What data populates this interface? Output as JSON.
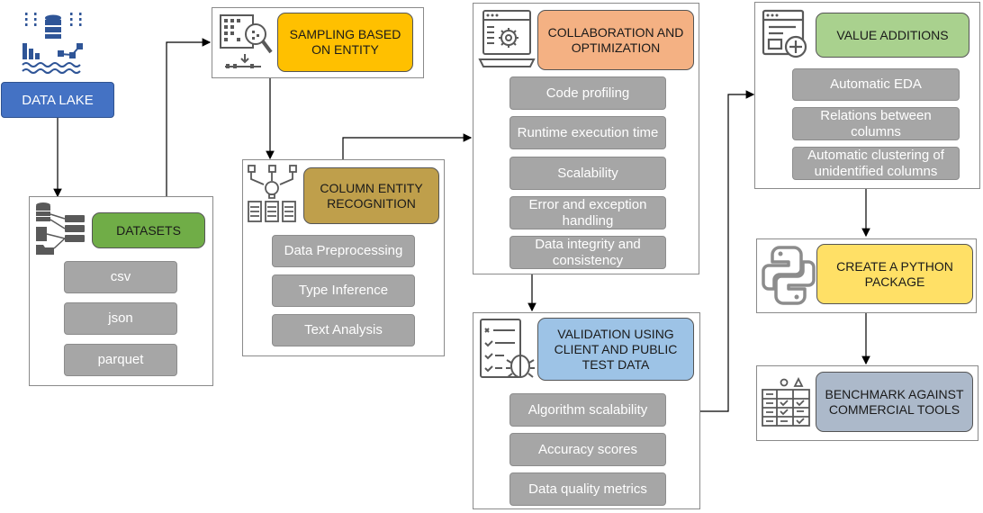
{
  "data_lake": {
    "label": "DATA LAKE",
    "color": "#4472c4"
  },
  "datasets": {
    "label": "DATASETS",
    "color": "#70ad47",
    "items": [
      "csv",
      "json",
      "parquet"
    ]
  },
  "sampling": {
    "label": "SAMPLING BASED ON ENTITY",
    "color": "#ffc000"
  },
  "column_entity": {
    "label": "COLUMN ENTITY RECOGNITION",
    "color": "#bf9f4b",
    "items": [
      "Data Preprocessing",
      "Type Inference",
      "Text Analysis"
    ]
  },
  "collaboration": {
    "label": "COLLABORATION AND OPTIMIZATION",
    "color": "#f4b183",
    "items": [
      "Code profiling",
      "Runtime execution time",
      "Scalability",
      "Error and exception handling",
      "Data integrity and consistency"
    ]
  },
  "validation": {
    "label": "VALIDATION USING CLIENT AND PUBLIC TEST DATA",
    "color": "#9dc3e6",
    "items": [
      "Algorithm scalability",
      "Accuracy scores",
      "Data quality metrics"
    ]
  },
  "value_additions": {
    "label": "VALUE ADDITIONS",
    "color": "#a9d18e",
    "items": [
      "Automatic EDA",
      "Relations between columns",
      "Automatic clustering of unidentified columns"
    ]
  },
  "python_package": {
    "label": "CREATE A PYTHON PACKAGE",
    "color": "#ffe066"
  },
  "benchmark": {
    "label": "BENCHMARK AGAINST COMMERCIAL TOOLS",
    "color": "#acb9ca"
  }
}
